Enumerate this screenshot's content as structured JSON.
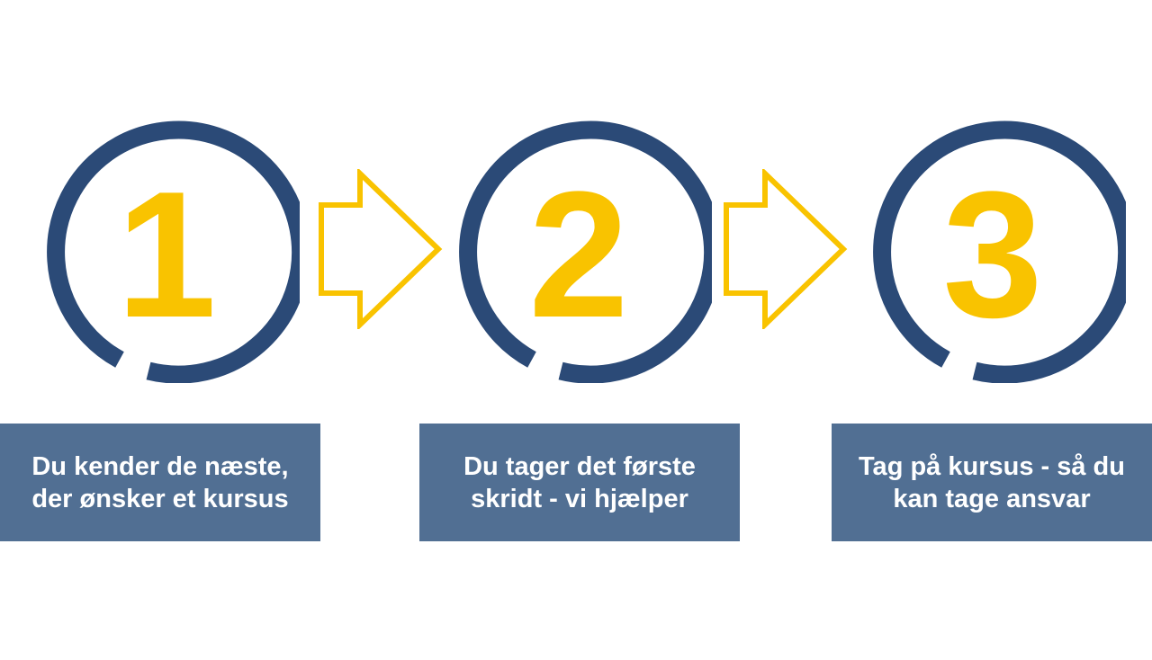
{
  "colors": {
    "ring": "#2b4a77",
    "number": "#f9c300",
    "arrow": "#f9c300",
    "box": "#516f93",
    "box_text": "#ffffff"
  },
  "steps": [
    {
      "number": "1",
      "text": "Du kender de næste,\nder ønsker et kursus"
    },
    {
      "number": "2",
      "text": "Du tager det første\nskridt - vi hjælper"
    },
    {
      "number": "3",
      "text": "Tag på kursus - så du\nkan tage ansvar"
    }
  ],
  "arrows": [
    {
      "icon": "arrow-right-outline-icon"
    },
    {
      "icon": "arrow-right-outline-icon"
    }
  ]
}
